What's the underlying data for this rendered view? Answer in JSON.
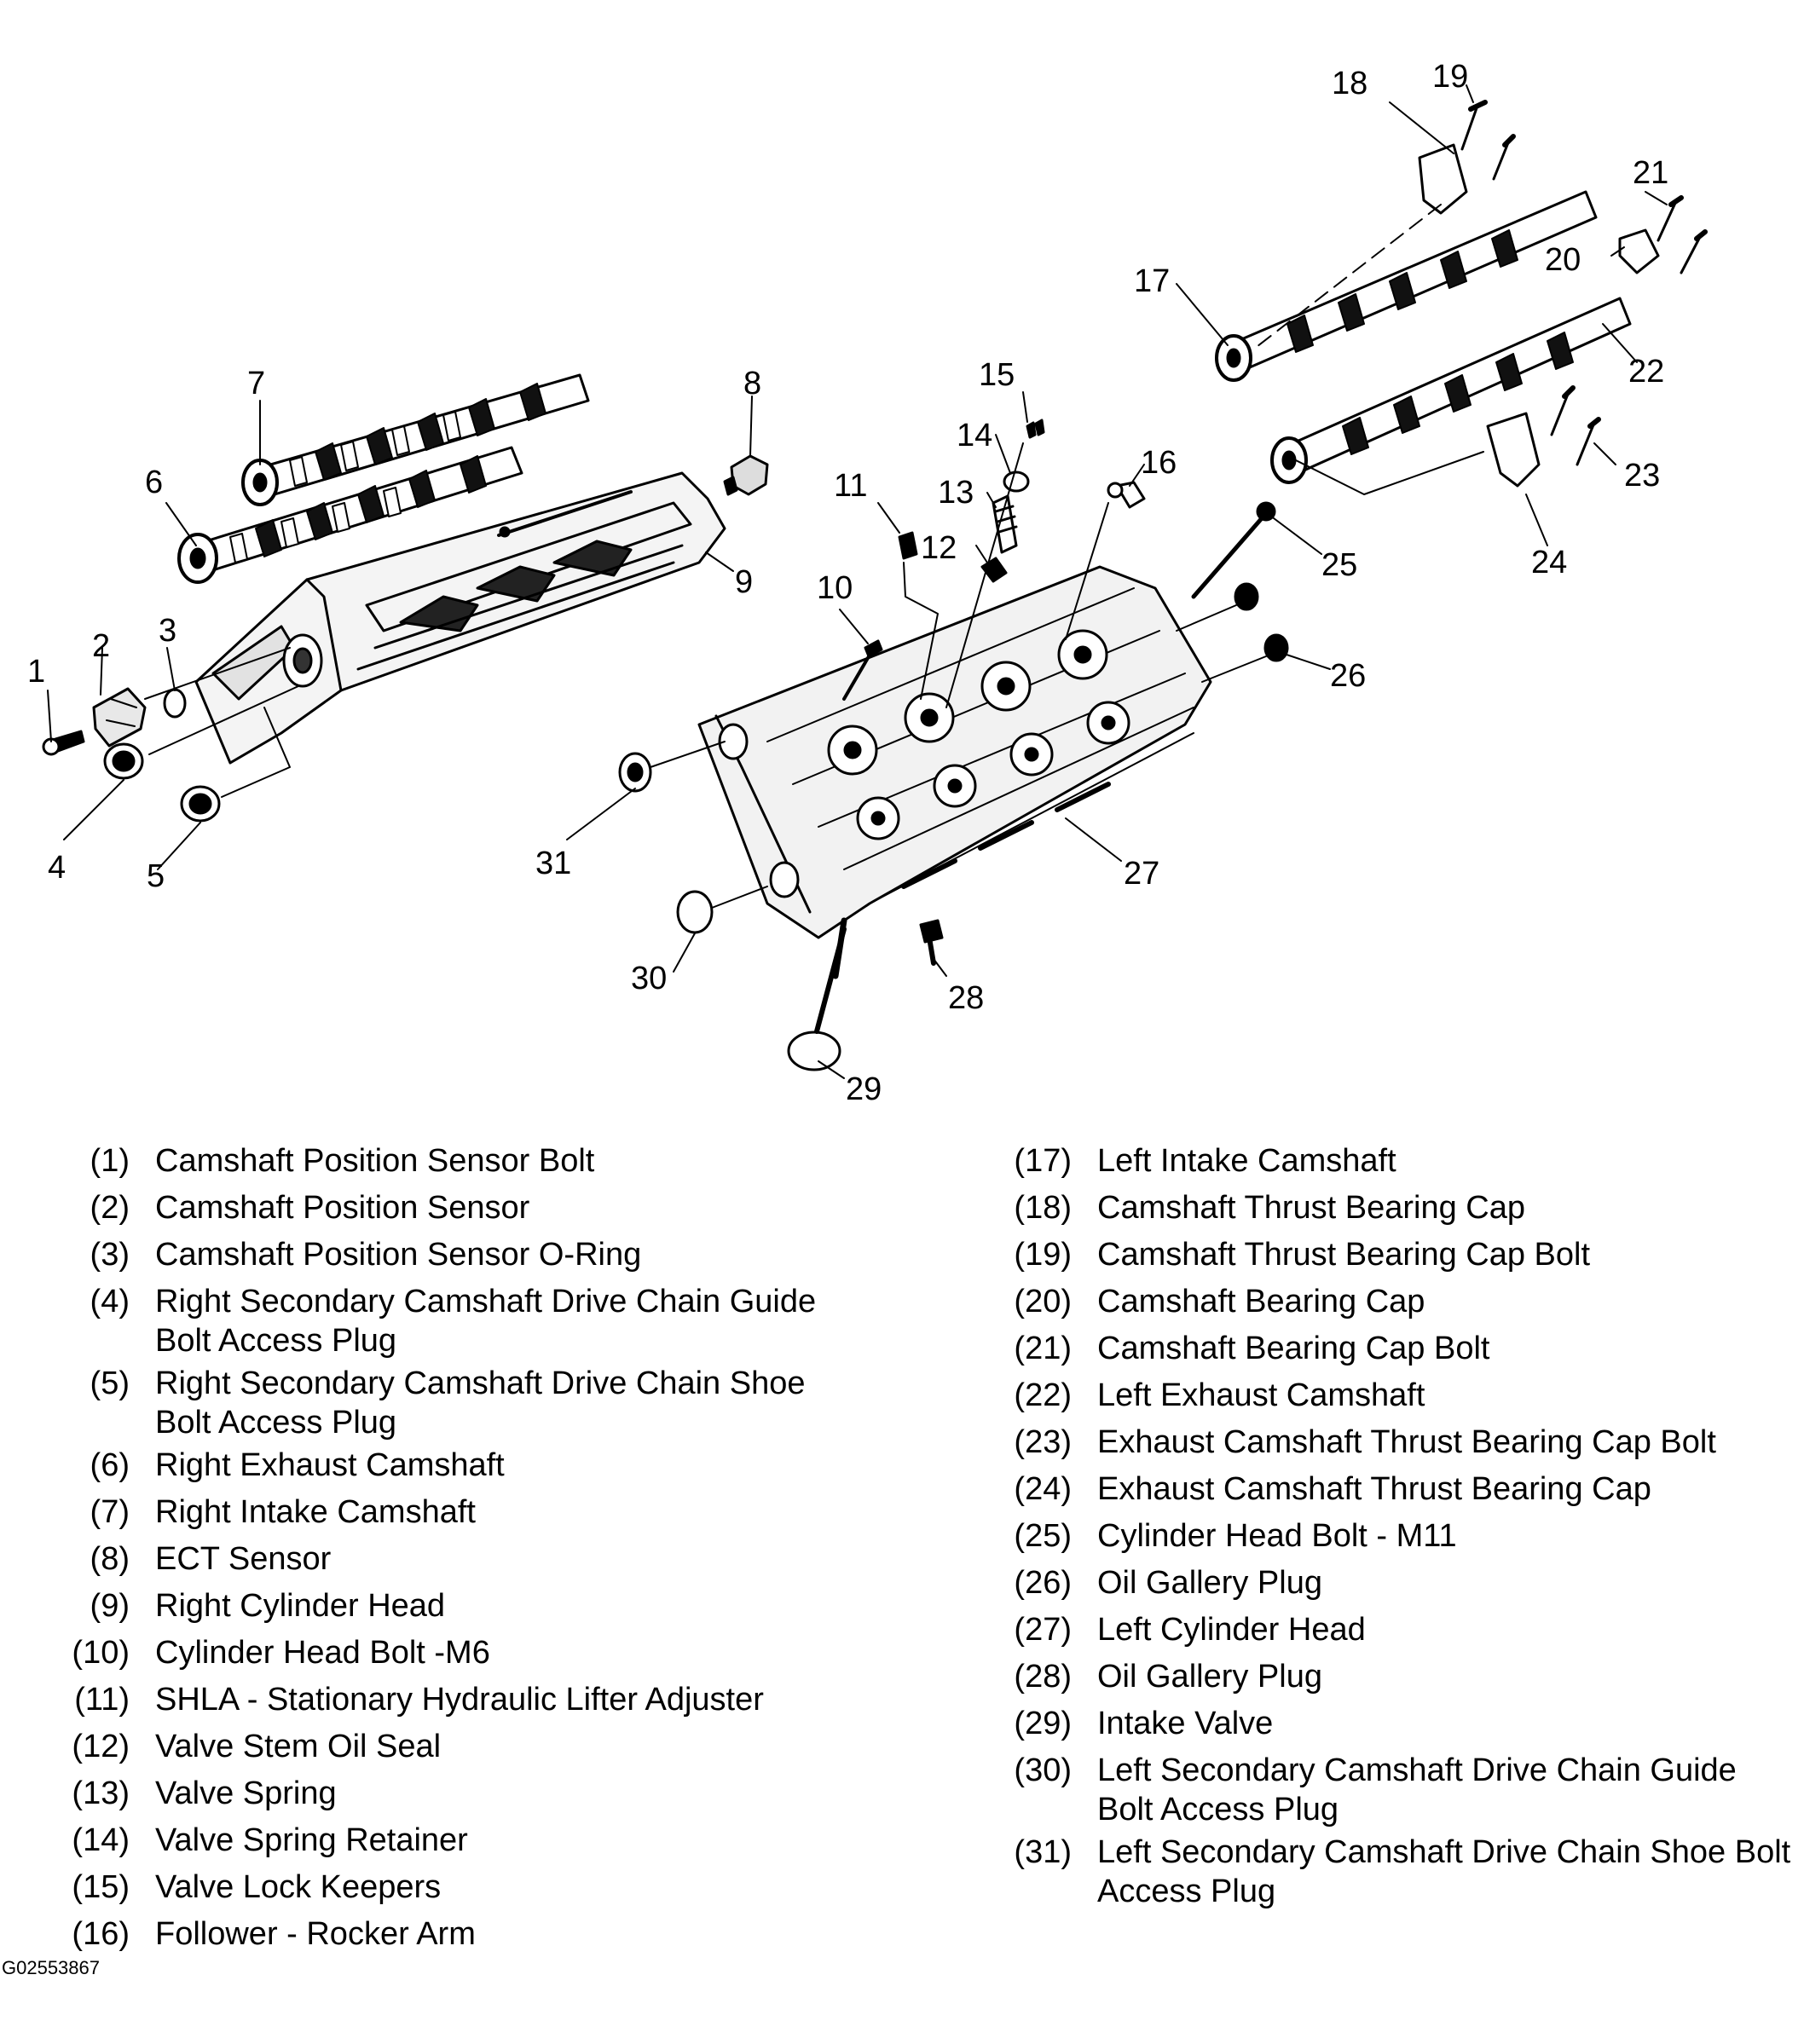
{
  "callout_numbers": [
    "1",
    "2",
    "3",
    "4",
    "5",
    "6",
    "7",
    "8",
    "9",
    "10",
    "11",
    "12",
    "13",
    "14",
    "15",
    "16",
    "17",
    "18",
    "19",
    "20",
    "21",
    "22",
    "23",
    "24",
    "25",
    "26",
    "27",
    "28",
    "29",
    "30",
    "31"
  ],
  "legend": [
    {
      "num": "(1)",
      "text": "Camshaft Position Sensor Bolt"
    },
    {
      "num": "(2)",
      "text": "Camshaft Position Sensor"
    },
    {
      "num": "(3)",
      "text": "Camshaft Position Sensor O-Ring"
    },
    {
      "num": "(4)",
      "text": "Right Secondary Camshaft Drive Chain Guide Bolt Access Plug"
    },
    {
      "num": "(5)",
      "text": "Right Secondary Camshaft Drive Chain Shoe Bolt Access Plug"
    },
    {
      "num": "(6)",
      "text": "Right Exhaust Camshaft"
    },
    {
      "num": "(7)",
      "text": "Right Intake Camshaft"
    },
    {
      "num": "(8)",
      "text": "ECT Sensor"
    },
    {
      "num": "(9)",
      "text": "Right Cylinder Head"
    },
    {
      "num": "(10)",
      "text": "Cylinder Head Bolt -M6"
    },
    {
      "num": "(11)",
      "text": "SHLA - Stationary Hydraulic Lifter Adjuster"
    },
    {
      "num": "(12)",
      "text": "Valve Stem Oil Seal"
    },
    {
      "num": "(13)",
      "text": "Valve Spring"
    },
    {
      "num": "(14)",
      "text": "Valve Spring Retainer"
    },
    {
      "num": "(15)",
      "text": "Valve Lock Keepers"
    },
    {
      "num": "(16)",
      "text": "Follower - Rocker Arm"
    },
    {
      "num": "(17)",
      "text": "Left Intake Camshaft"
    },
    {
      "num": "(18)",
      "text": "Camshaft Thrust Bearing Cap"
    },
    {
      "num": "(19)",
      "text": "Camshaft Thrust Bearing Cap Bolt"
    },
    {
      "num": "(20)",
      "text": "Camshaft Bearing Cap"
    },
    {
      "num": "(21)",
      "text": "Camshaft Bearing Cap Bolt"
    },
    {
      "num": "(22)",
      "text": "Left Exhaust Camshaft"
    },
    {
      "num": "(23)",
      "text": "Exhaust Camshaft Thrust Bearing Cap Bolt"
    },
    {
      "num": "(24)",
      "text": "Exhaust Camshaft Thrust Bearing Cap"
    },
    {
      "num": "(25)",
      "text": "Cylinder Head Bolt - M11"
    },
    {
      "num": "(26)",
      "text": "Oil Gallery Plug"
    },
    {
      "num": "(27)",
      "text": "Left Cylinder Head"
    },
    {
      "num": "(28)",
      "text": "Oil Gallery Plug"
    },
    {
      "num": "(29)",
      "text": "Intake Valve"
    },
    {
      "num": "(30)",
      "text": "Left Secondary Camshaft Drive Chain Guide Bolt Access Plug"
    },
    {
      "num": "(31)",
      "text": "Left Secondary Camshaft Drive Chain Shoe Bolt Access Plug"
    }
  ],
  "figure_id": "G02553867"
}
